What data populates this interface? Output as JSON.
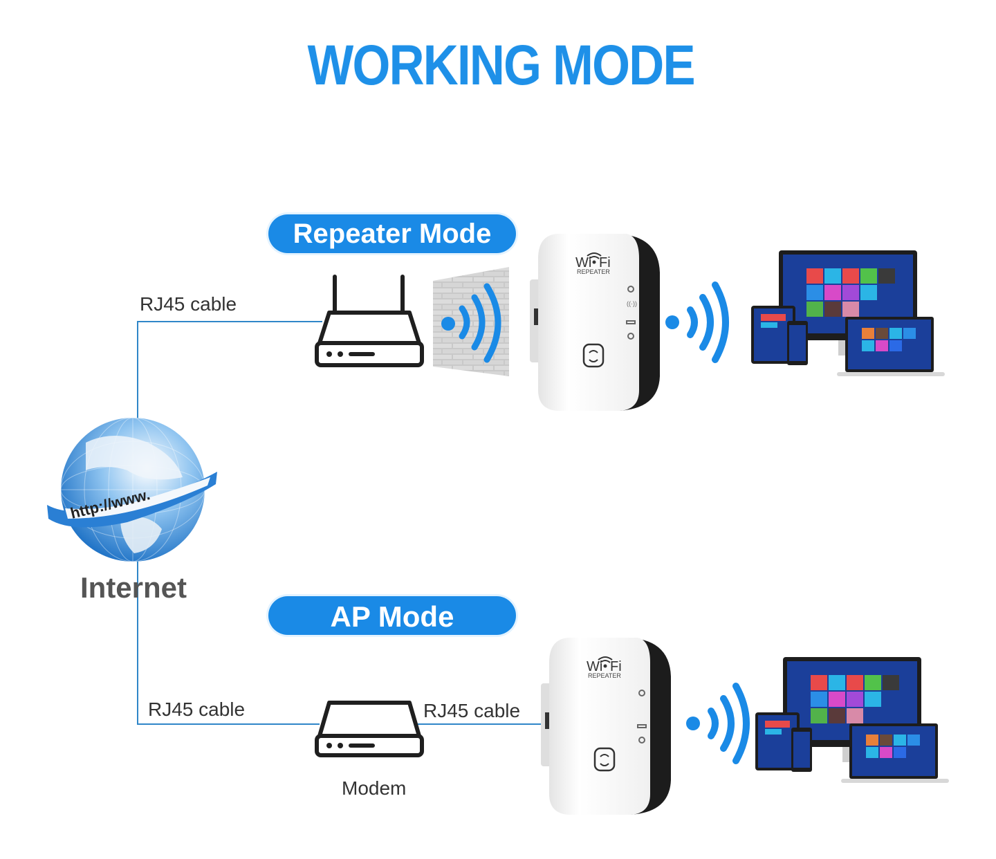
{
  "title": "WORKING MODE",
  "colors": {
    "accent": "#1a8ae6",
    "title": "#1e90e8",
    "line": "#2f86c8",
    "text": "#333333",
    "device_dark": "#1c1c1c"
  },
  "internet": {
    "label": "Internet",
    "globe_banner": "http://www."
  },
  "repeater_mode": {
    "badge": "Repeater Mode",
    "cable_label": "RJ45 cable",
    "nodes": [
      "router-icon",
      "brick-wall-with-wifi-icon",
      "wifi-repeater-device",
      "wifi-signal-icon",
      "client-devices"
    ]
  },
  "ap_mode": {
    "badge": "AP Mode",
    "cable_label_left": "RJ45 cable",
    "cable_label_right": "RJ45 cable",
    "modem_label": "Modem",
    "nodes": [
      "modem-icon",
      "wifi-repeater-device",
      "wifi-signal-icon",
      "client-devices"
    ]
  },
  "repeater_device": {
    "brand_line1": "Wi Fi",
    "brand_line2": "REPEATER"
  }
}
